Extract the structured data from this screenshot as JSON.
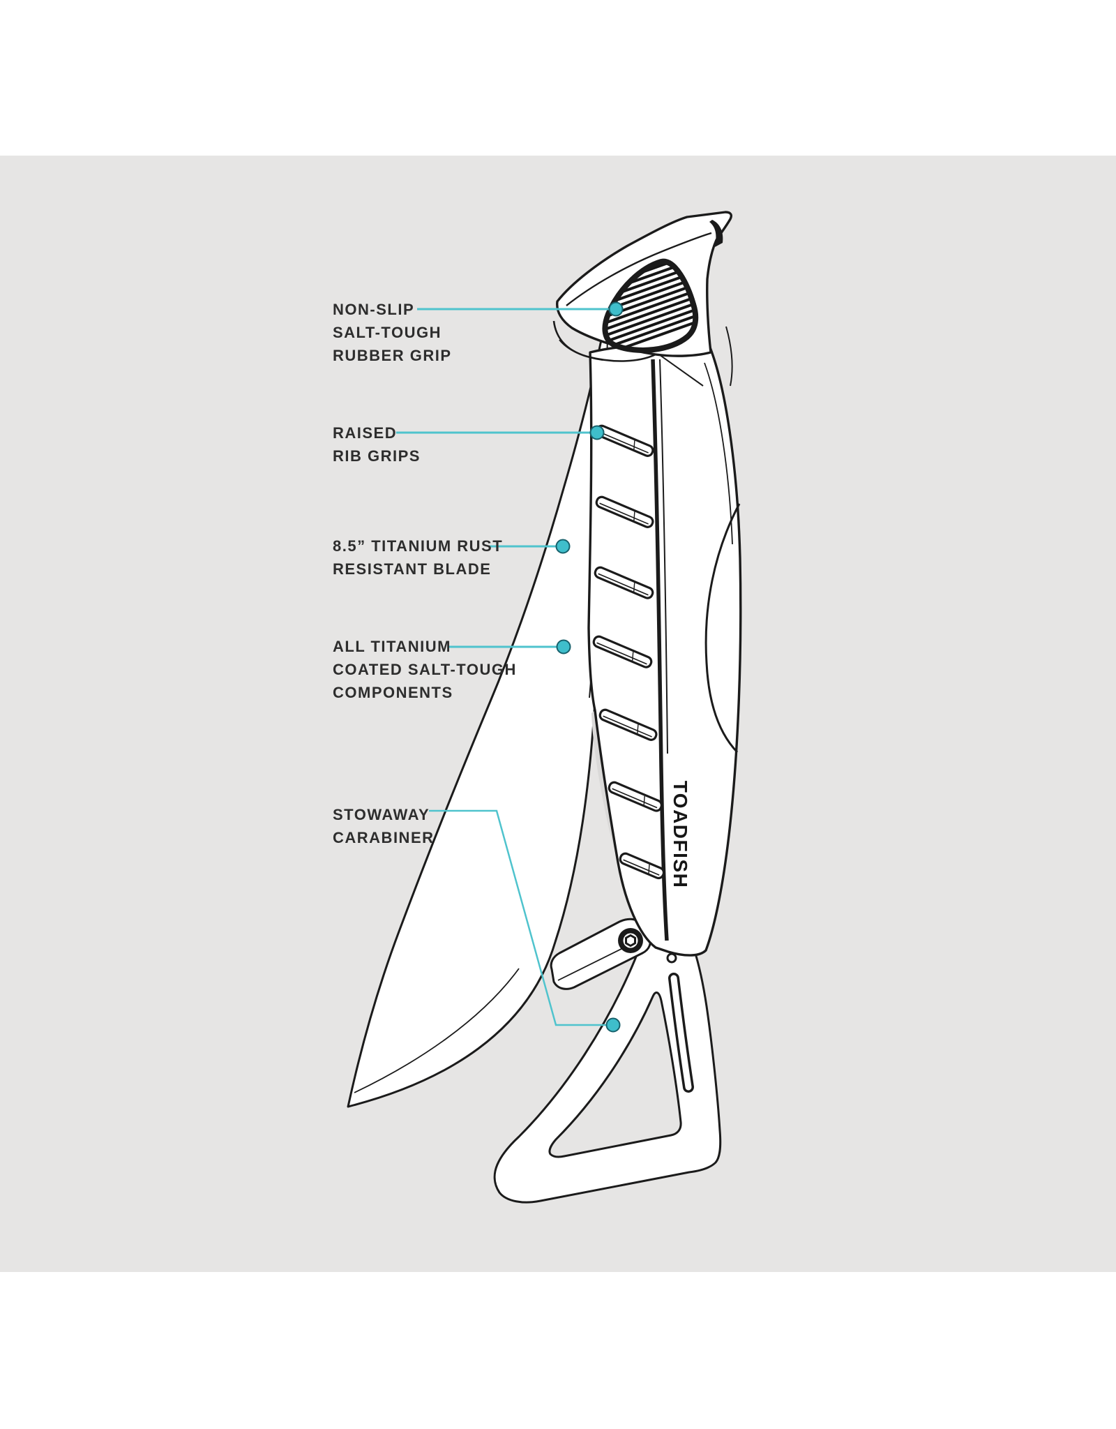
{
  "brand": {
    "text": "TOADFISH"
  },
  "callouts": [
    {
      "id": "non-slip-grip",
      "lines": [
        "NON-SLIP",
        "SALT-TOUGH",
        "RUBBER GRIP"
      ]
    },
    {
      "id": "raised-rib-grips",
      "lines": [
        "RAISED",
        "RIB GRIPS"
      ]
    },
    {
      "id": "titanium-blade",
      "lines": [
        "8.5” TITANIUM RUST",
        "RESISTANT BLADE"
      ]
    },
    {
      "id": "titanium-components",
      "lines": [
        "ALL TITANIUM",
        "COATED SALT-TOUGH",
        "COMPONENTS"
      ]
    },
    {
      "id": "stowaway-carabiner",
      "lines": [
        "STOWAWAY",
        "CARABINER"
      ]
    }
  ],
  "colors": {
    "accent_teal_dot": "#3fbecb",
    "leader_line": "#4fc3cd",
    "panel_background": "#e6e5e4",
    "illustration_ink": "#1b1b1b",
    "label_text": "#2d2d2d"
  }
}
